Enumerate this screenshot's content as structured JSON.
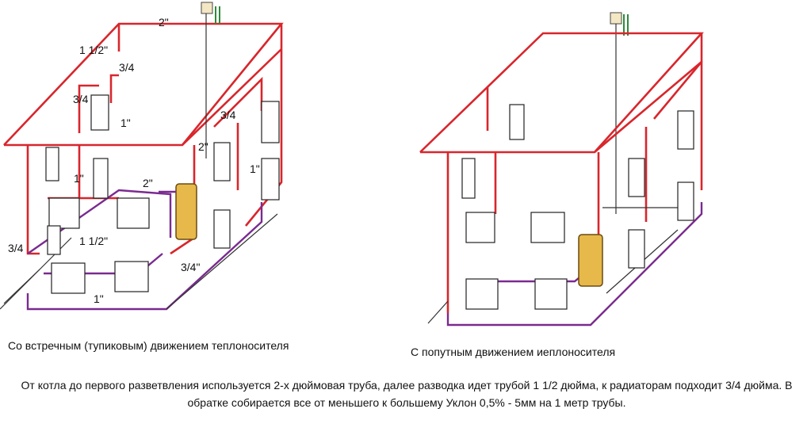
{
  "left": {
    "caption": "Со встречным (тупиковым) движением теплоносителя",
    "labels": {
      "top_main": "2\"",
      "riser_top": "1 1/2\"",
      "upper_34_a": "3/4",
      "upper_34_b": "3/4",
      "upper_1": "1\"",
      "right_34": "3/4",
      "riser_2": "2\"",
      "mid_1a": "1\"",
      "mid_1b": "1\"",
      "mid_2": "2\"",
      "left_34": "3/4",
      "lower_112": "1 1/2\"",
      "lower_34": "3/4\"",
      "bottom_1": "1\""
    }
  },
  "right": {
    "caption": "С попутным движением иеплоносителя"
  },
  "note": "От котла до первого разветвления используется 2-х дюймовая труба, далее разводка идет трубой 1 1/2 дюйма, к радиаторам подходит 3/4 дюйма. В обратке собирается все от меньшего к большему  Уклон 0,5% - 5мм на 1 метр трубы.",
  "colors": {
    "supply": "#d8262c",
    "return": "#7a2a90",
    "boiler": "#e7b84a"
  }
}
